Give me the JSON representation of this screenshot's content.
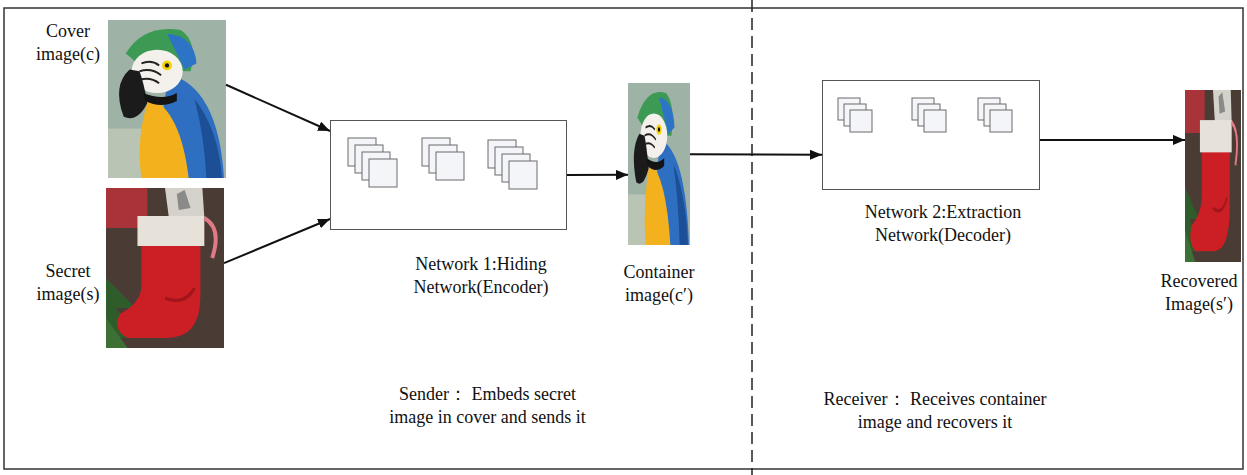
{
  "diagram": {
    "nodes": [
      {
        "text": [
          "Cover image(c)"
        ]
      },
      {
        "text": [
          "Secret image(s)"
        ]
      },
      {
        "text": [
          "Network 1:Hiding Network(Encoder)"
        ]
      },
      {
        "text": [
          "Container image(c′)"
        ]
      },
      {
        "text": [
          "Network 2:Extraction Network(Decoder)"
        ]
      },
      {
        "text": [
          "Recovered Image(s′)"
        ]
      }
    ],
    "edges": [
      {
        "from": 0,
        "to": 2,
        "arrow": "to"
      },
      {
        "from": 1,
        "to": 2,
        "arrow": "to"
      },
      {
        "from": 2,
        "to": 3,
        "arrow": "to"
      },
      {
        "from": 3,
        "to": 4,
        "arrow": "to"
      },
      {
        "from": 4,
        "to": 5,
        "arrow": "to"
      }
    ],
    "labels": [
      "Sender： Embeds secret image in cover and sends it",
      "Receiver： Receives container image and recovers it"
    ]
  }
}
